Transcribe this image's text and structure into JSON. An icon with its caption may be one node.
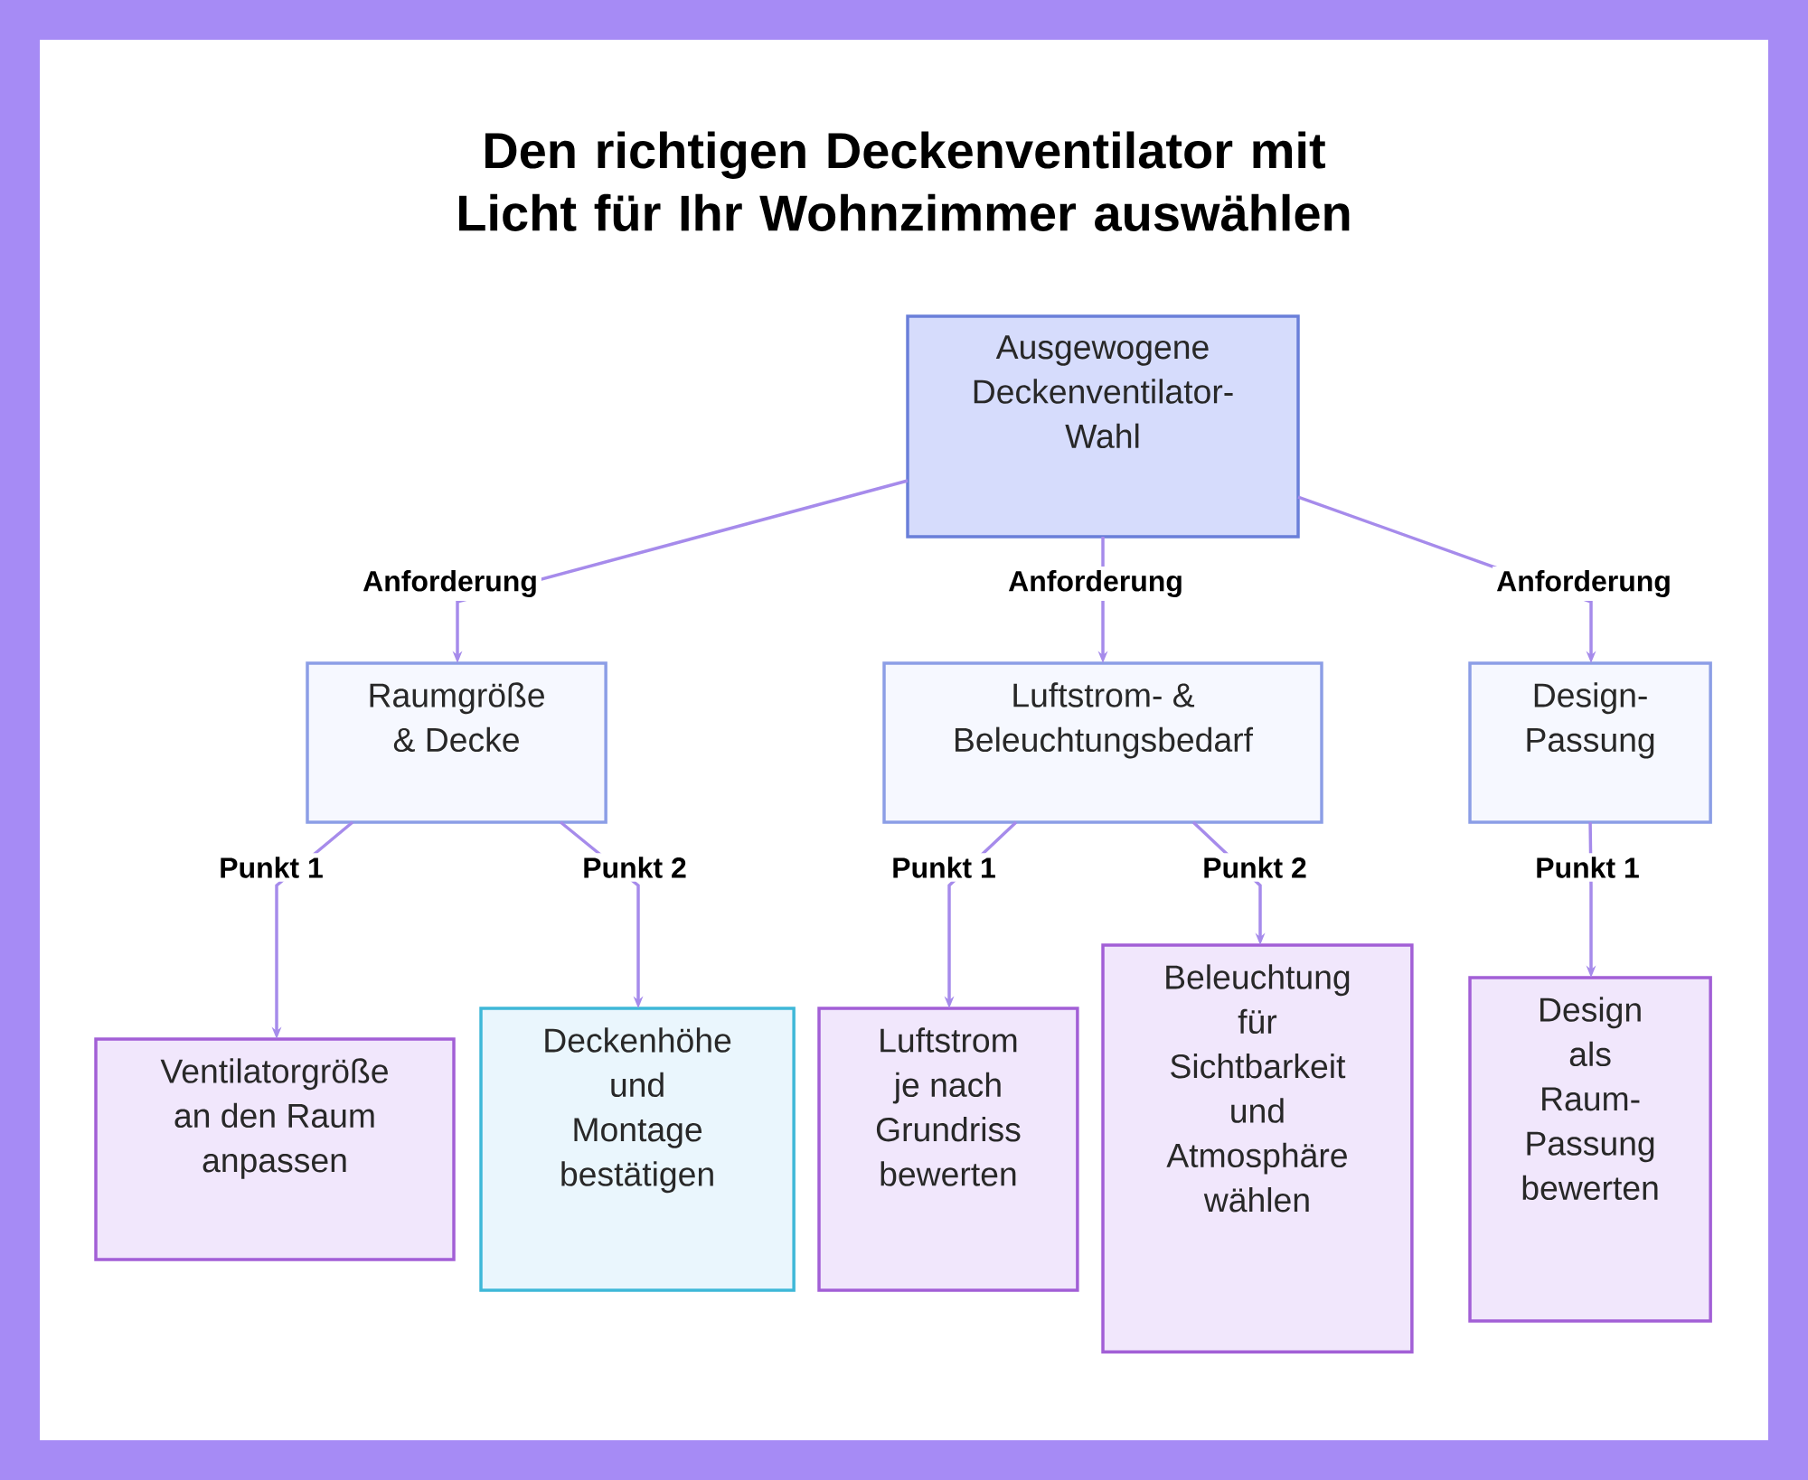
{
  "diagram": {
    "title": "Den richtigen Deckenventilator mit Licht für Ihr Wohnzimmer auswählen",
    "nodes": [
      {
        "text": [
          "Ausgewogene Deckenventilator-Wahl"
        ]
      },
      {
        "text": [
          "Raumgröße & Decke"
        ]
      },
      {
        "text": [
          "Luftstrom- & Beleuchtungsbedarf"
        ]
      },
      {
        "text": [
          "Design-Passung"
        ]
      },
      {
        "text": [
          "Ventilatorgröße an den Raum anpassen"
        ]
      },
      {
        "text": [
          "Deckenhöhe und Montage bestätigen"
        ]
      },
      {
        "text": [
          "Luftstrom je nach Grundriss bewerten"
        ]
      },
      {
        "text": [
          "Beleuchtung für Sichtbarkeit und Atmosphäre wählen"
        ]
      },
      {
        "text": [
          "Design als Raum-Passung bewerten"
        ]
      }
    ],
    "edges": [
      {
        "from": 0,
        "to": 1,
        "arrow": "to",
        "label": "Anforderung"
      },
      {
        "from": 0,
        "to": 2,
        "arrow": "to",
        "label": "Anforderung"
      },
      {
        "from": 0,
        "to": 3,
        "arrow": "to",
        "label": "Anforderung"
      },
      {
        "from": 1,
        "to": 4,
        "arrow": "to",
        "label": "Punkt 1"
      },
      {
        "from": 1,
        "to": 5,
        "arrow": "to",
        "label": "Punkt 2"
      },
      {
        "from": 2,
        "to": 6,
        "arrow": "to",
        "label": "Punkt 1"
      },
      {
        "from": 2,
        "to": 7,
        "arrow": "to",
        "label": "Punkt 2"
      },
      {
        "from": 3,
        "to": 8,
        "arrow": "to",
        "label": "Punkt 1"
      }
    ]
  }
}
